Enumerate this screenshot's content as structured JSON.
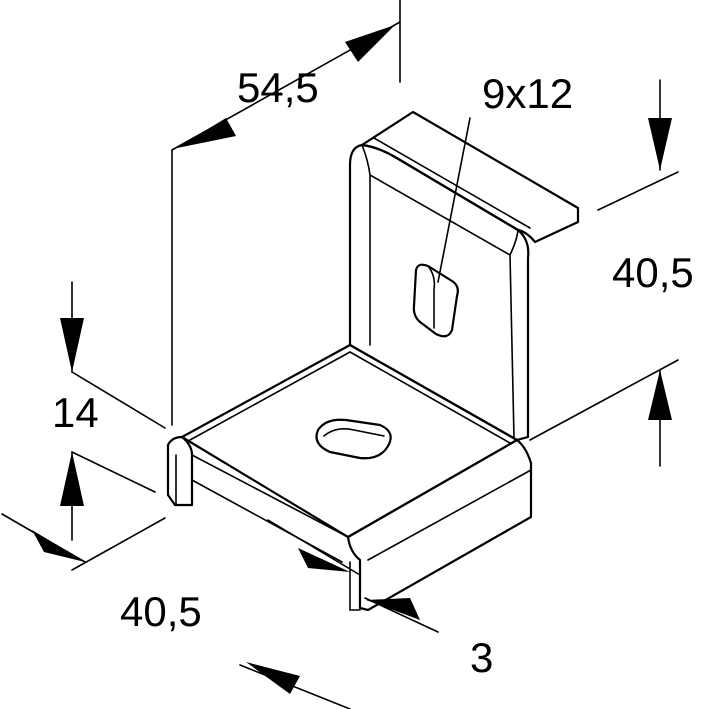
{
  "dimensions": {
    "top_length": "54,5",
    "slot_size": "9x12",
    "right_height": "40,5",
    "left_height": "14",
    "bottom_width": "40,5",
    "thickness": "3"
  },
  "colors": {
    "line": "#000000",
    "background": "#ffffff"
  }
}
